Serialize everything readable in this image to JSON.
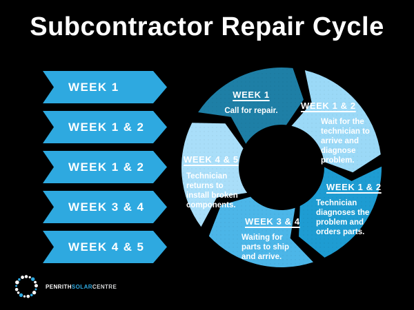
{
  "title": "Subcontractor Repair Cycle",
  "colors": {
    "background": "#000000",
    "title_text": "#FFFFFF",
    "banner": "#2EA9E0",
    "logo_blue": "#2EA9E0",
    "logo_white": "#FFFFFF"
  },
  "banners": {
    "items": [
      "WEEK 1",
      "WEEK 1 & 2",
      "WEEK 1 & 2",
      "WEEK 3 & 4",
      "WEEK 4 & 5"
    ]
  },
  "cycle": {
    "direction": "clockwise",
    "segments": [
      {
        "label": "WEEK 1",
        "text": "Call for repair.",
        "color": "#1E7FA6"
      },
      {
        "label": "WEEK 1 & 2",
        "text": "Wait for the technician to arrive and diagnose problem.",
        "color": "#9BD9F7"
      },
      {
        "label": "WEEK 1 & 2",
        "text": "Technician diagnoses the problem and orders parts.",
        "color": "#1E9CD2"
      },
      {
        "label": "WEEK 3 & 4",
        "text": "Waiting for parts to ship and arrive.",
        "color": "#4CB6E8"
      },
      {
        "label": "WEEK 4 & 5",
        "text": "Technician returns to install broken components.",
        "color": "#A9DEF9"
      }
    ]
  },
  "logo": {
    "part1": "PENRITH",
    "part2": "SOLAR",
    "part3": "CENTRE"
  }
}
